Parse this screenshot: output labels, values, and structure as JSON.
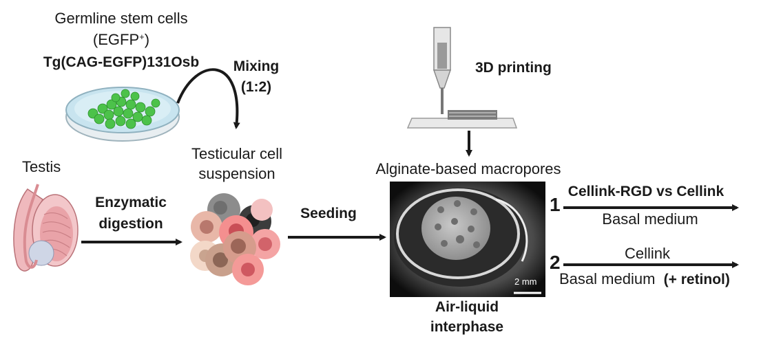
{
  "germline": {
    "title": "Germline stem cells",
    "marker_prefix": "(EGFP",
    "marker_sup": "+",
    "marker_suffix": ")",
    "strain": "Tg(CAG-EGFP)131Osb"
  },
  "mixing": {
    "line1": "Mixing",
    "line2": "(1:2)"
  },
  "suspension": {
    "line1": "Testicular cell",
    "line2": "suspension"
  },
  "testis": {
    "label": "Testis"
  },
  "digestion": {
    "line1": "Enzymatic",
    "line2": "digestion"
  },
  "seeding": {
    "label": "Seeding"
  },
  "printing": {
    "label": "3D printing"
  },
  "macropores": {
    "label": "Alginate-based macropores"
  },
  "photo": {
    "scale_label": "2 mm"
  },
  "interphase": {
    "line1": "Air-liquid",
    "line2": "interphase"
  },
  "condition1": {
    "number": "1",
    "top": "Cellink-RGD vs Cellink",
    "bottom": "Basal medium"
  },
  "condition2": {
    "number": "2",
    "top": "Cellink",
    "bottom": "Basal medium",
    "bottom_bold": "(+ retinol)"
  },
  "colors": {
    "arrow": "#1a1a1a",
    "gfp_green": "#4cc24a",
    "dish_blue": "#c8e4ef",
    "tissue_pink": "#e9a3a8"
  }
}
